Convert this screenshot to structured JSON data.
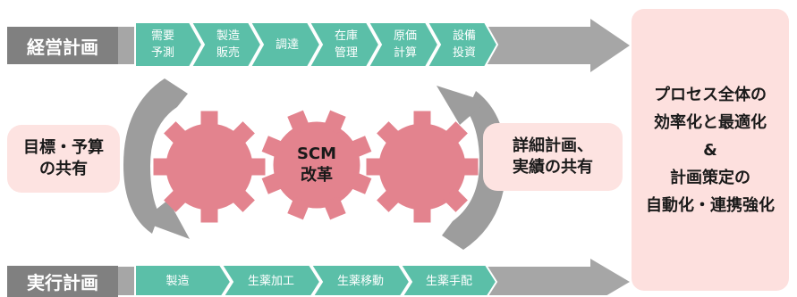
{
  "colors": {
    "row_label_bg": "#808080",
    "arrow_gray": "#a6a6a6",
    "chevron_teal": "#5bbfa8",
    "gear_pink": "#e3838e",
    "box_pink": "#fde3e1",
    "cycle_arrow_gray": "#9d9d9d"
  },
  "top_row": {
    "label": "経営計画",
    "steps": [
      "需要\n予測",
      "製造\n販売",
      "調達",
      "在庫\n管理",
      "原価\n計算",
      "設備\n投資"
    ]
  },
  "bottom_row": {
    "label": "実行計画",
    "steps": [
      "製造",
      "生薬加工",
      "生薬移動",
      "生薬手配"
    ]
  },
  "left_box": "目標・予算\nの共有",
  "right_box": "詳細計画、\n実績の共有",
  "center_gear": "SCM\n改革",
  "result": {
    "line1": "プロセス全体の",
    "line2": "効率化と最適化",
    "line3": "&",
    "line4": "計画策定の",
    "line5": "自動化・連携強化"
  },
  "icons": [
    "gear-icon",
    "cycle-arrow-icon",
    "big-arrow-icon",
    "chevron-icon"
  ]
}
